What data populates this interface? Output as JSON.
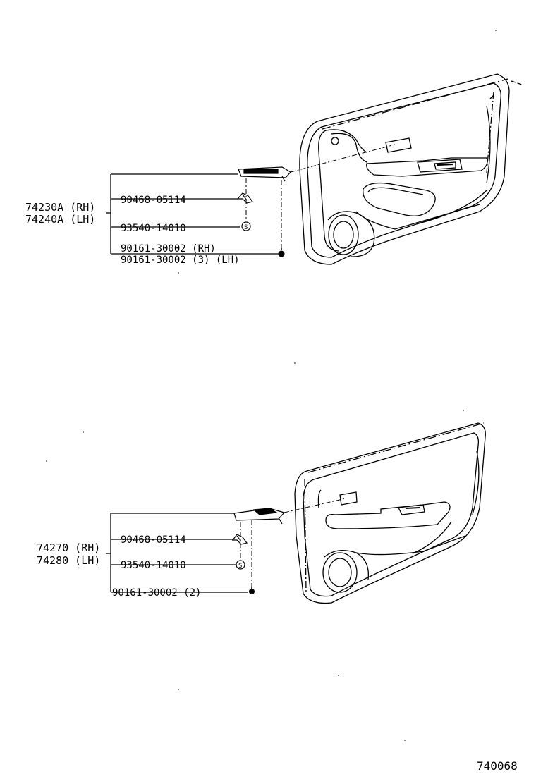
{
  "front_assembly": {
    "part_rh": "74230A (RH)",
    "part_lh": "74240A (LH)",
    "parts": [
      {
        "number": "90468-05114"
      },
      {
        "number": "93540-14010"
      },
      {
        "number": "90161-30002 (RH)"
      },
      {
        "number": "90161-30002 (3) (LH)"
      }
    ]
  },
  "rear_assembly": {
    "part_rh": "74270 (RH)",
    "part_lh": "74280 (LH)",
    "parts": [
      {
        "number": "90468-05114"
      },
      {
        "number": "93540-14010"
      },
      {
        "number": "90161-30002 (2)"
      }
    ]
  },
  "diagram_ref": "740068"
}
